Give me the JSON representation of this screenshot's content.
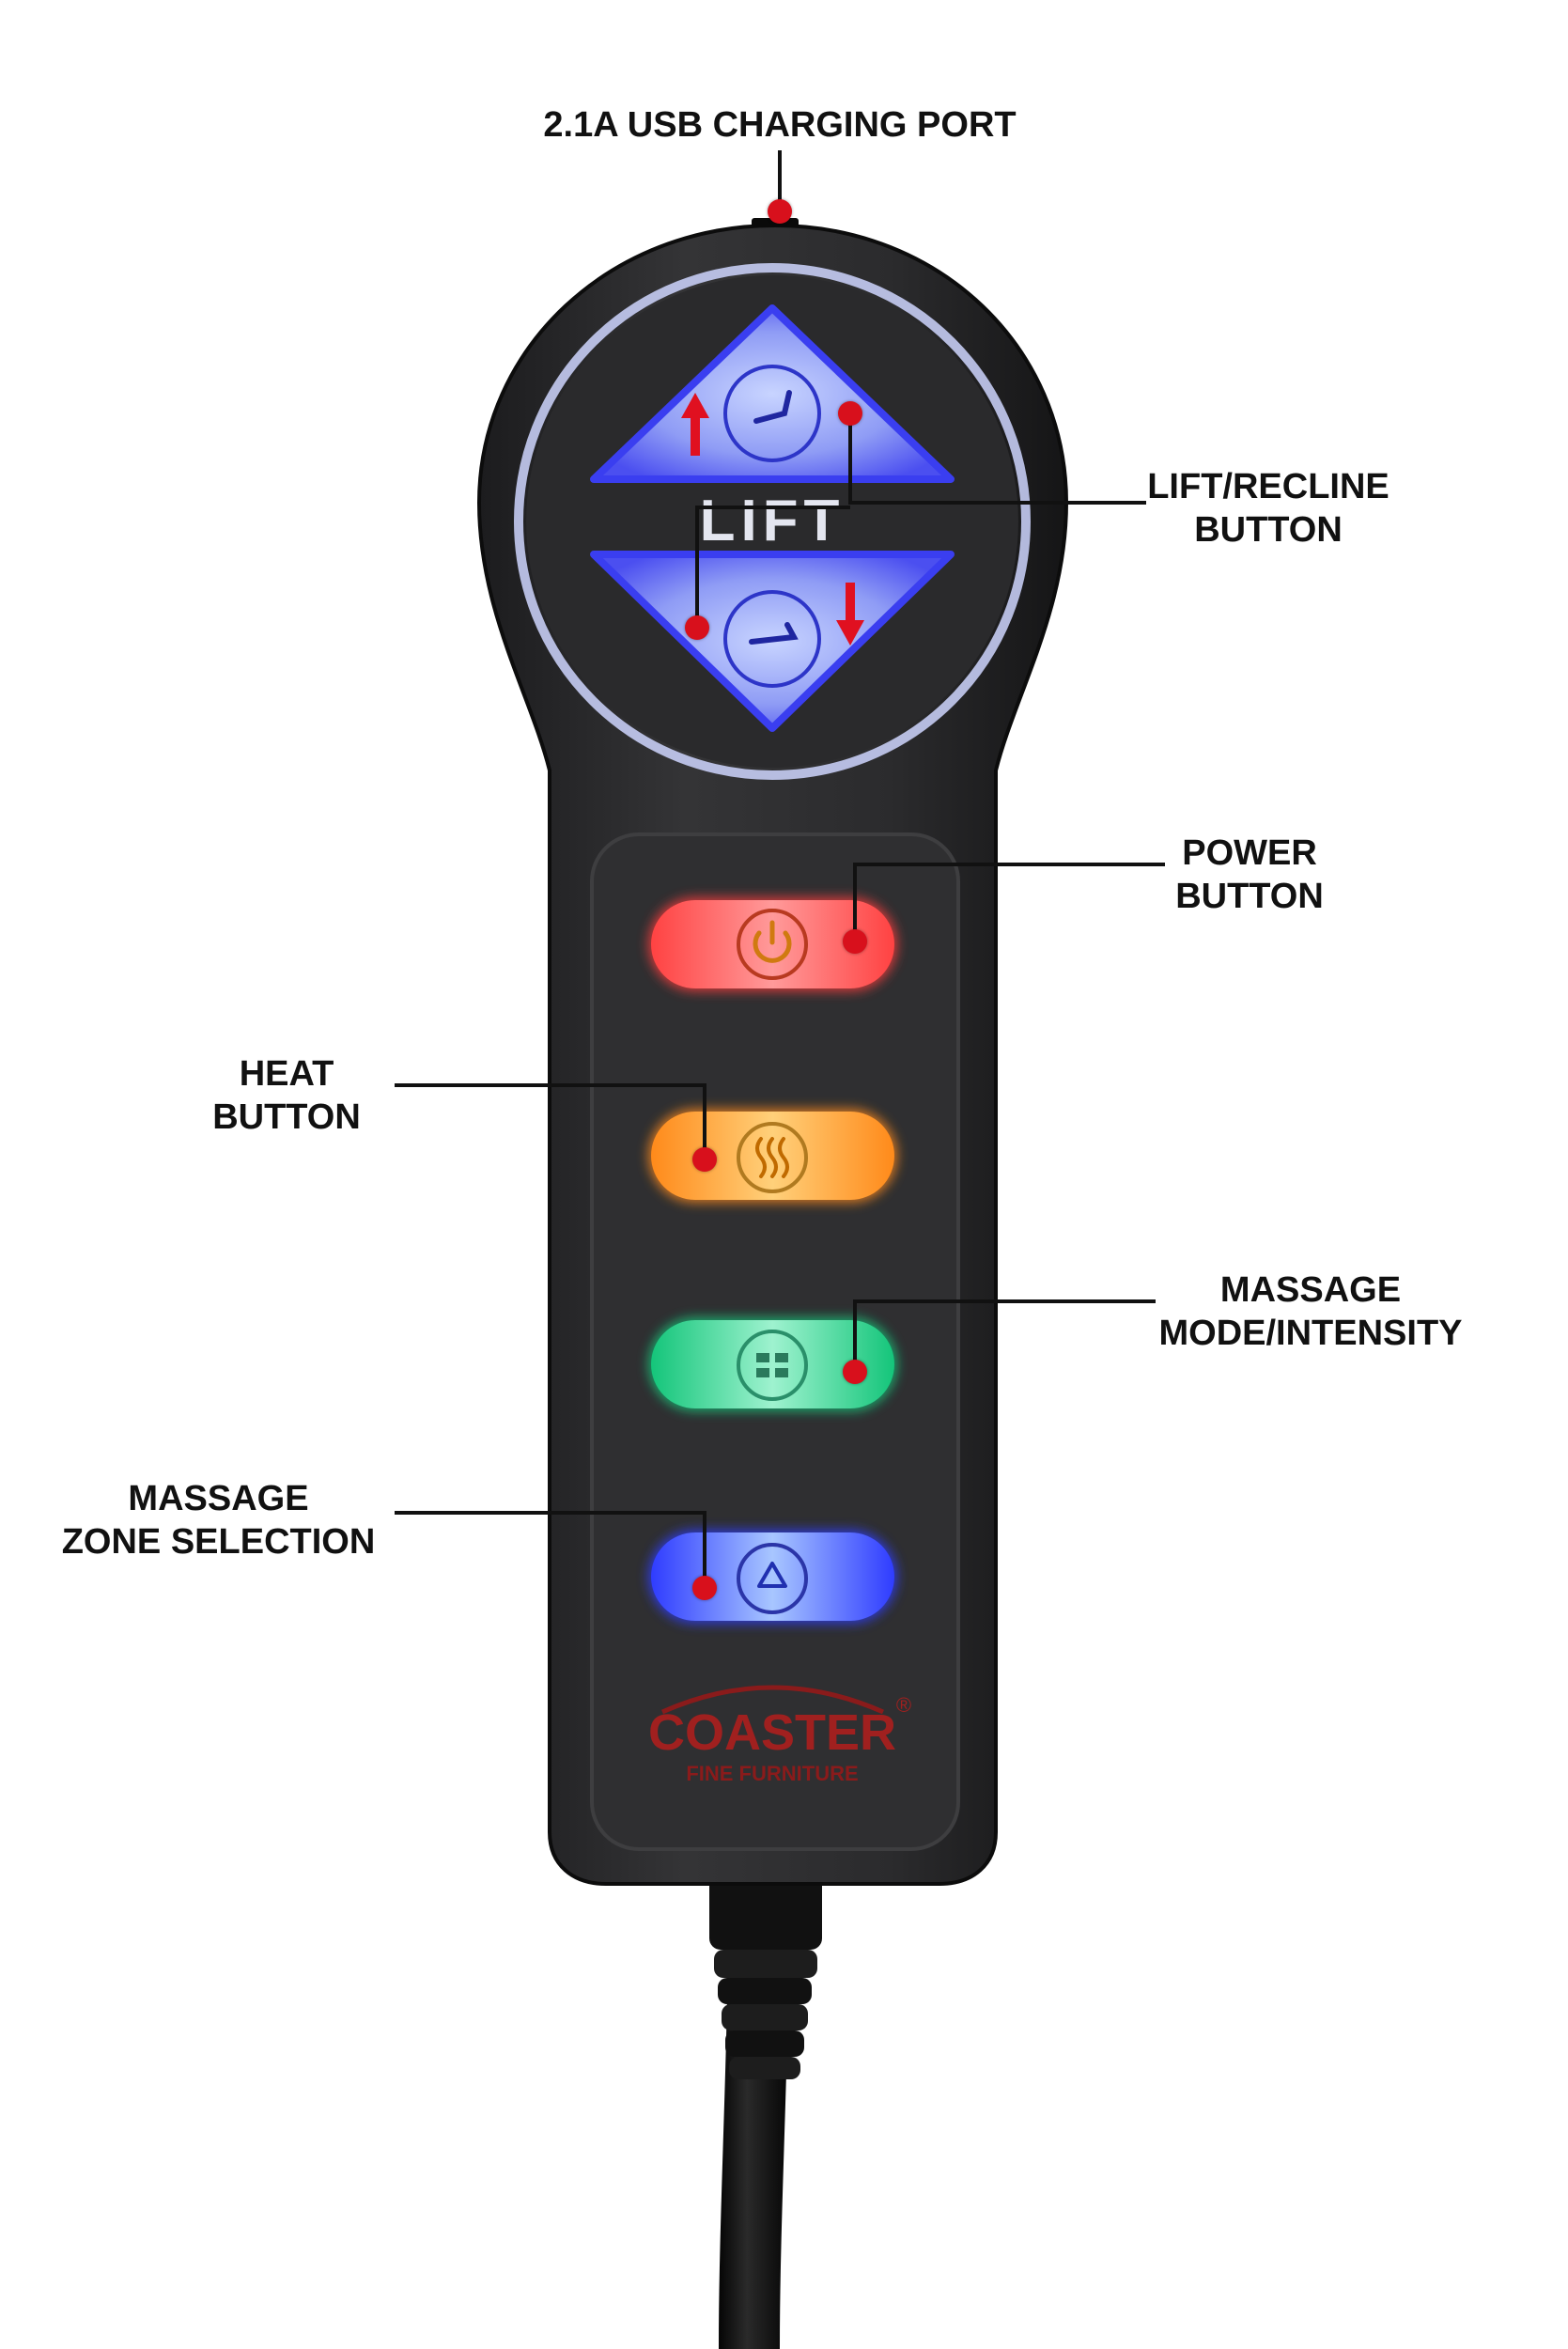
{
  "labels": {
    "usb": "2.1A USB CHARGING PORT",
    "lift_recline": [
      "LIFT/RECLINE",
      "BUTTON"
    ],
    "power": [
      "POWER",
      "BUTTON"
    ],
    "heat": [
      "HEAT",
      "BUTTON"
    ],
    "massage_mode": [
      "MASSAGE",
      "MODE/INTENSITY"
    ],
    "massage_zone": [
      "MASSAGE",
      "ZONE SELECTION"
    ]
  },
  "remote": {
    "lift_text": "LIFT",
    "brand": "COASTER",
    "brand_mark": "®",
    "brand_sub": "FINE FURNITURE"
  },
  "colors": {
    "body": "#2b2b2d",
    "callout_dot": "#d8101c",
    "lift_glow": "#4b4ff0",
    "power": "#ff5a5a",
    "heat": "#ff9c2a",
    "massage_mode": "#25d68f",
    "massage_zone": "#3b4bff"
  },
  "icons": [
    "usb-port-icon",
    "recline-up-icon",
    "recline-down-icon",
    "power-icon",
    "heat-icon",
    "massage-icon",
    "zone-cycle-icon"
  ]
}
